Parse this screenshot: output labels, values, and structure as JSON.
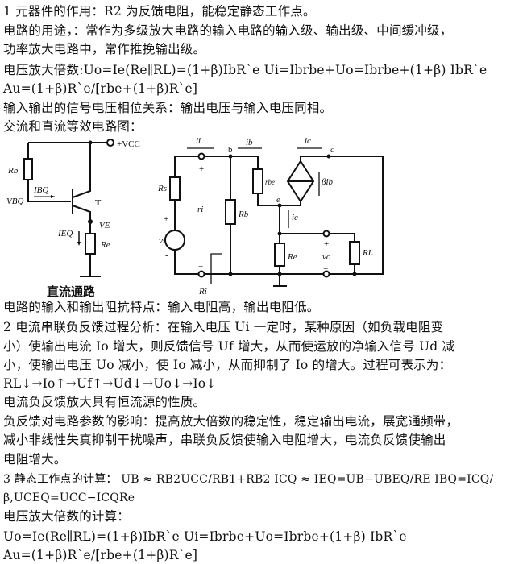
{
  "lines_top": [
    "1 元器件的作用：R2 为反馈电阻，能稳定静态工作点。",
    "电路的用途，：常作为多级放大电路的输入电路的输入级、输出级、中间缓冲级，",
    "功率放大电路中，常作推挽输出级。",
    "电压放大倍数:Uo=Ie(Re∥RL)=(1+β)IbR`e  Ui=Ibrbe+Uo=Ibrbe+(1+β) IbR`e",
    "Au=(1+β)R`e/[rbe+(1+β)R`e]",
    "输入输出的信号电压相位关系：输出电压与输入电压同相。",
    "交流和直流等效电路图："
  ],
  "dc_circuit": {
    "vcc": "+VCC",
    "rb": "Rb",
    "ibq": "IBQ",
    "vbq": "VBQ",
    "t": "T",
    "ve": "VE",
    "ieq": "IEQ",
    "re": "Re",
    "caption": "直流通路"
  },
  "ac_circuit": {
    "ii": "ii",
    "b": "b",
    "ib": "ib",
    "ic": "ic",
    "c": "c",
    "beta_ib": "βib",
    "rbe": "rbe",
    "e": "e",
    "ie": "ie",
    "rs": "Rs",
    "ri": "ri",
    "rb": "Rb",
    "plus_s": "+",
    "vs": "vs",
    "minus_s": "-",
    "plus_in": "+",
    "minus_in": "−",
    "ri_cap": "Ri",
    "plus_o": "+",
    "vo": "vo",
    "minus_o": "−",
    "re": "Re",
    "rl": "RL"
  },
  "lines_bottom": [
    "电路的输入和输出阻抗特点：输入电阻高，输出电阻低。",
    "2 电流串联负反馈过程分析：在输入电压 Ui 一定时，某种原因（如负载电阻变",
    "小）使输出电流 Io 增大，则反馈信号 Uf 增大，从而使运放的净输入信号 Ud 减",
    "小，使输出电压 Uo 减小，使 Io 减小，从而抑制了 Io 的增大。过程可表示为：",
    "RL↓→Io↑→Uf↑→Ud↓→Uo↓→Io↓",
    "电流负反馈放大具有恒流源的性质。",
    "负反馈对电路参数的影响：提高放大倍数的稳定性，稳定输出电流，展宽通频带，",
    "减小非线性失真抑制干扰噪声，串联负反馈使输入电阻增大，电流负反馈使输出",
    "电阻增大。",
    "3 静态工作点的计算： UB ≈ RB2UCC/RB1+RB2    ICQ ≈ IEQ=UB−UBEQ/RE    IBQ=ICQ/",
    "β,UCEQ=UCC−ICQRe",
    "电压放大倍数的计算：",
    "Uo=Ie(Re∥RL)=(1+β)IbR`e     Ui=Ibrbe+Uo=Ibrbe+(1+β) IbR`e",
    "Au=(1+β)R`e/[rbe+(1+β)R`e]"
  ]
}
